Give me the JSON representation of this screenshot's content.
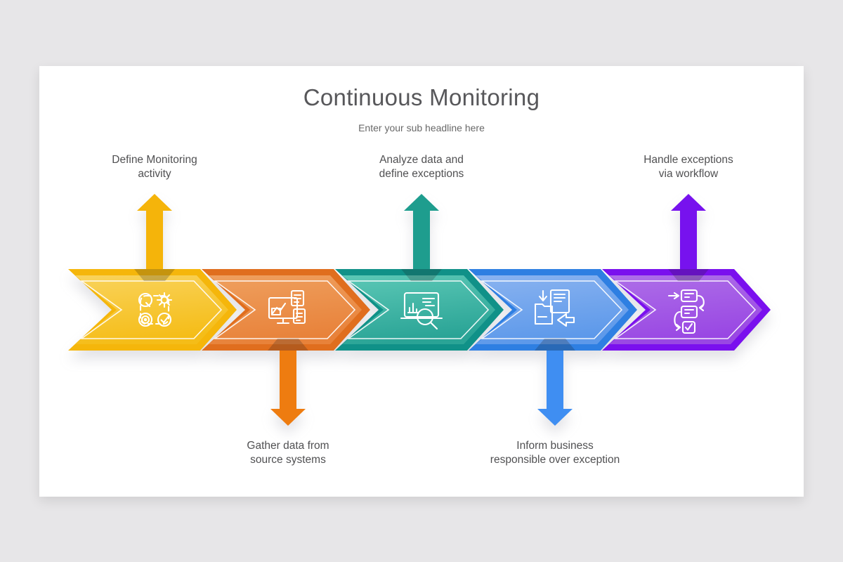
{
  "canvas": {
    "background_color": "#e7e6e8",
    "slide_background_color": "#ffffff"
  },
  "header": {
    "title": "Continuous Monitoring",
    "subtitle": "Enter your sub headline here",
    "title_color": "#57575a"
  },
  "steps": [
    {
      "label": "Define Monitoring\nactivity",
      "direction": "up",
      "icon": "strategy-icon",
      "colors": {
        "border": "#f5b60b",
        "fill_light": "#f9d35c",
        "fill_dark": "#f5bd18",
        "arrow": "#f5b40a"
      }
    },
    {
      "label": "Gather data from\nsource systems",
      "direction": "down",
      "icon": "monitor-data-icon",
      "colors": {
        "border": "#e06e1e",
        "fill_light": "#efa05f",
        "fill_dark": "#e8823a",
        "arrow": "#ee7c10"
      }
    },
    {
      "label": "Analyze data and\ndefine exceptions",
      "direction": "up",
      "icon": "analyze-search-icon",
      "colors": {
        "border": "#109188",
        "fill_light": "#5cc8b6",
        "fill_dark": "#2aa496",
        "arrow": "#1e9d8e"
      }
    },
    {
      "label": "Inform business\nresponsible over exception",
      "direction": "down",
      "icon": "document-transfer-icon",
      "colors": {
        "border": "#2e7fe2",
        "fill_light": "#8ab3f0",
        "fill_dark": "#5d99ea",
        "arrow": "#3f8ef2"
      }
    },
    {
      "label": "Handle exceptions\nvia workflow",
      "direction": "up",
      "icon": "workflow-icon",
      "colors": {
        "border": "#7a10ee",
        "fill_light": "#ae6fe8",
        "fill_dark": "#9947e3",
        "arrow": "#7712ee"
      }
    }
  ]
}
